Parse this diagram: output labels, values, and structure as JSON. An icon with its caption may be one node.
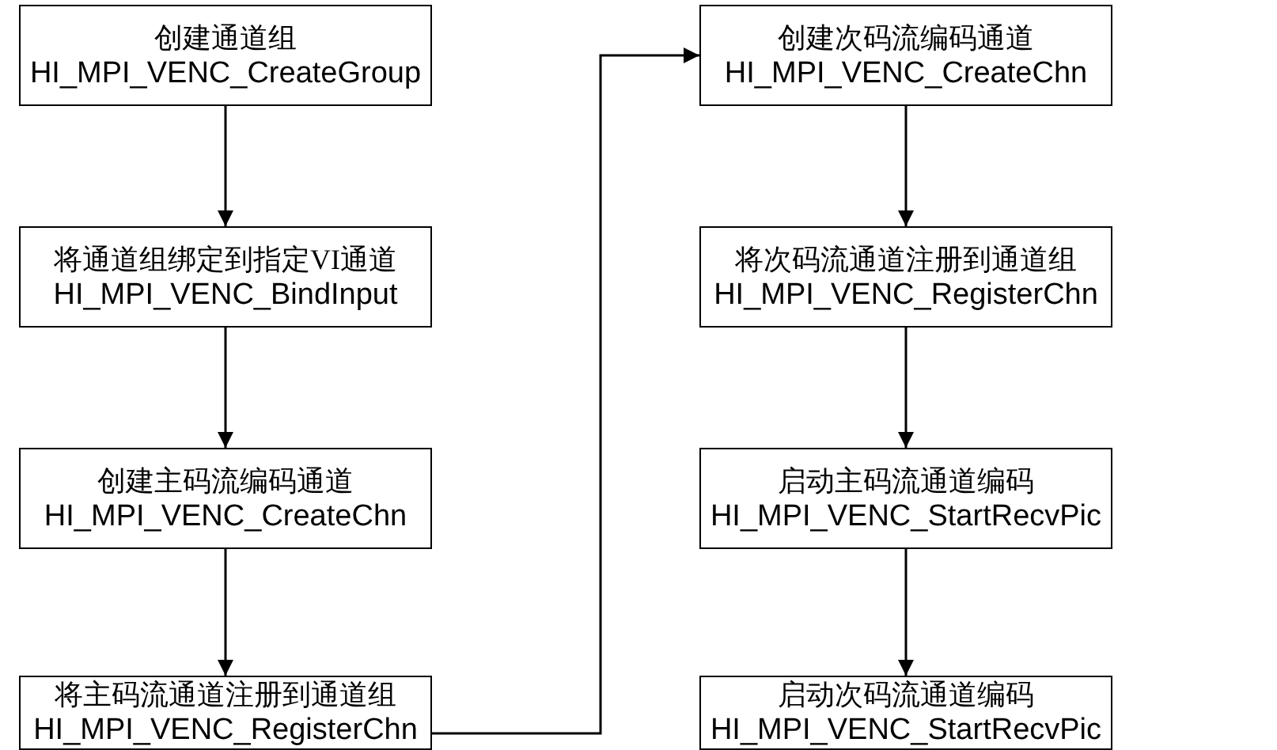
{
  "diagram": {
    "nodes": [
      {
        "text": [
          "创建通道组",
          "HI_MPI_VENC_CreateGroup"
        ]
      },
      {
        "text": [
          "将通道组绑定到指定VI通道",
          "HI_MPI_VENC_BindInput"
        ]
      },
      {
        "text": [
          "创建主码流编码通道",
          "HI_MPI_VENC_CreateChn"
        ]
      },
      {
        "text": [
          "将主码流通道注册到通道组",
          "HI_MPI_VENC_RegisterChn"
        ]
      },
      {
        "text": [
          "创建次码流编码通道",
          "HI_MPI_VENC_CreateChn"
        ]
      },
      {
        "text": [
          "将次码流通道注册到通道组",
          "HI_MPI_VENC_RegisterChn"
        ]
      },
      {
        "text": [
          "启动主码流通道编码",
          "HI_MPI_VENC_StartRecvPic"
        ]
      },
      {
        "text": [
          "启动次码流通道编码",
          "HI_MPI_VENC_StartRecvPic"
        ]
      }
    ],
    "edges": [
      {
        "from": 0,
        "to": 1,
        "arrow": "to"
      },
      {
        "from": 1,
        "to": 2,
        "arrow": "to"
      },
      {
        "from": 2,
        "to": 3,
        "arrow": "to"
      },
      {
        "from": 3,
        "to": 4,
        "arrow": "to"
      },
      {
        "from": 4,
        "to": 5,
        "arrow": "to"
      },
      {
        "from": 5,
        "to": 6,
        "arrow": "to"
      },
      {
        "from": 6,
        "to": 7,
        "arrow": "to"
      }
    ]
  }
}
